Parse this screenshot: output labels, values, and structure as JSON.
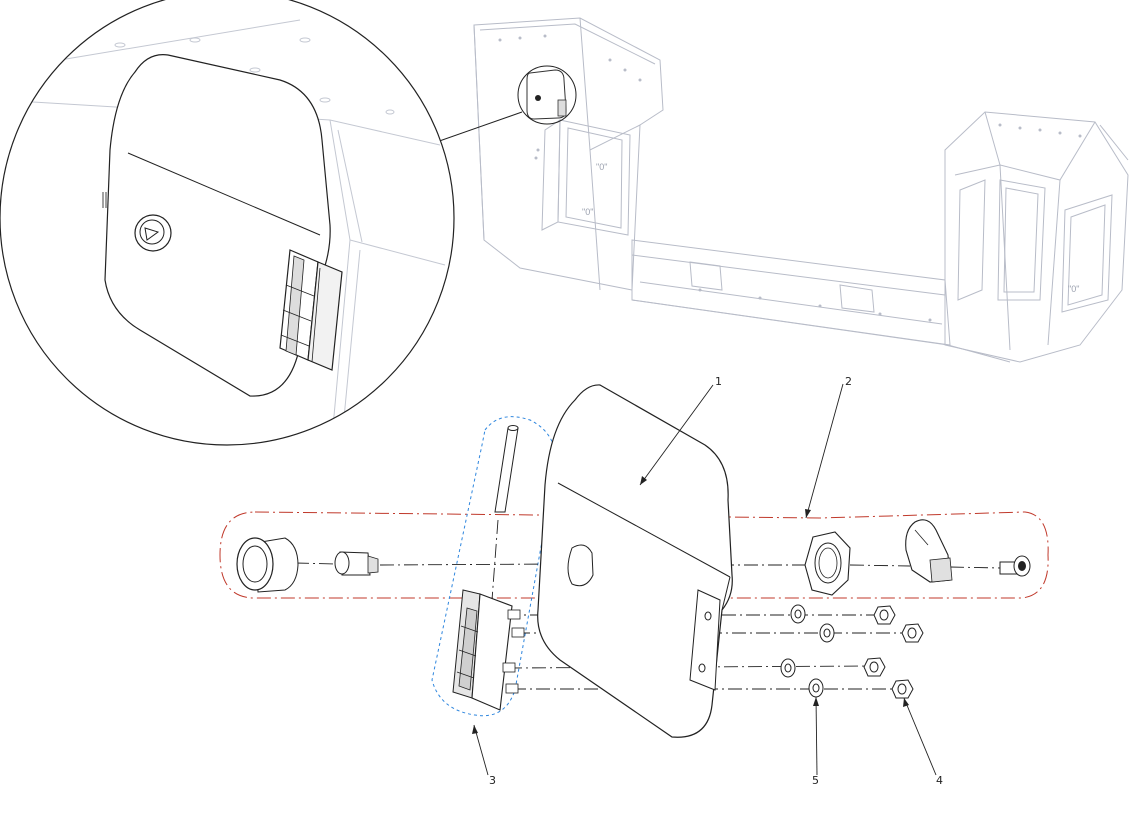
{
  "callouts": [
    {
      "id": "1",
      "label": "1"
    },
    {
      "id": "2",
      "label": "2"
    },
    {
      "id": "3",
      "label": "3"
    },
    {
      "id": "4",
      "label": "4"
    },
    {
      "id": "5",
      "label": "5"
    }
  ],
  "frame_markings": [
    "\"0\"",
    "\"0\"",
    "\"0\""
  ],
  "colors": {
    "line": "#222222",
    "frame_ghost": "#b8bcc8",
    "detail_outline": "#333333",
    "group_red": "#c0392b",
    "group_blue": "#2e86de",
    "part_fill": "#ffffff",
    "part_shade": "#d8d8d8"
  },
  "icons": [
    "detail-magnifier",
    "hinge",
    "hinge-pin",
    "access-panel",
    "latch-bezel",
    "latch-plug",
    "hex-nut",
    "latch-cam",
    "latch-screw",
    "washer",
    "lock-nut"
  ]
}
